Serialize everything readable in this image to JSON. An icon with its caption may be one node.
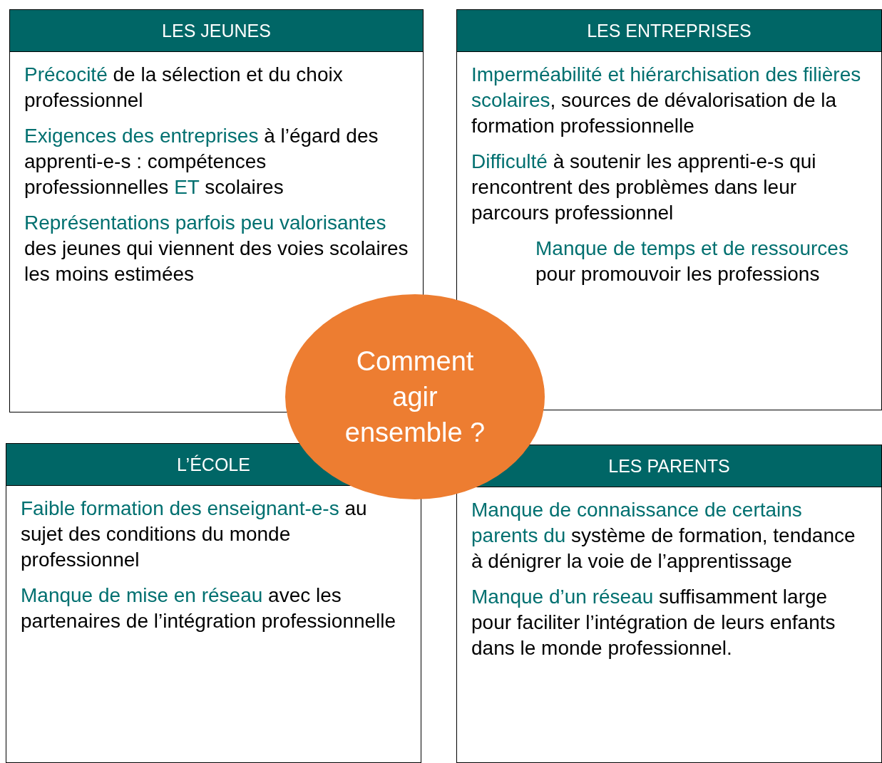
{
  "diagram": {
    "nodes": [
      {
        "text": [
          "LES JEUNES",
          "**Précocité** de la sélection et du choix professionnel",
          "**Exigences des entreprises** à l’égard des apprenti-e-s : compétences professionnelles **ET** scolaires",
          "**Représentations parfois peu valorisantes** des jeunes qui viennent des voies scolaires les moins estimées"
        ]
      },
      {
        "text": [
          "LES ENTREPRISES",
          "**Imperméabilité et hiérarchisation des filières scolaires**, sources de dévalorisation de la formation professionnelle",
          "**Difficulté** à soutenir les apprenti-e-s qui rencontrent des problèmes dans leur parcours professionnel",
          "**Manque de temps et de ressources** pour promouvoir les professions"
        ]
      },
      {
        "text": [
          "L’ÉCOLE",
          "**Faible formation des enseignant-e-s** au sujet des conditions du monde professionnel",
          "**Manque de mise en réseau** avec les partenaires de l’intégration professionnelle"
        ]
      },
      {
        "text": [
          "LES PARENTS",
          "**Manque de connaissance de certains parents du** système de formation, tendance à dénigrer la voie de l’apprentissage",
          "**Manque d’un réseau** suffisamment large pour faciliter l’intégration de leurs enfants dans le monde professionnel."
        ]
      },
      {
        "text": [
          "Comment agir ensemble ?"
        ]
      }
    ]
  }
}
